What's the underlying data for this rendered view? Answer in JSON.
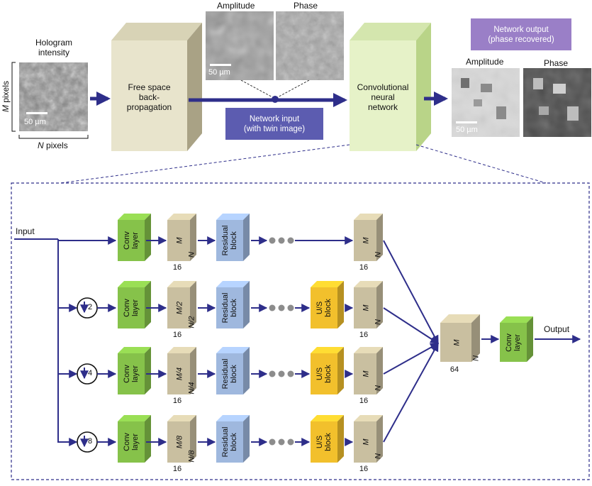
{
  "colors": {
    "arrow": "#2e2e8a",
    "purple_box": "#5c5cb0",
    "purple_box_light": "#9a7fc7",
    "beige_face": "#e8e4cc",
    "beige_side": "#b7b092",
    "green_face": "#e6f2c8",
    "green_side": "#b9d488",
    "conv_front": "#86c24a",
    "residual_front": "#9fb8de",
    "us_front": "#f2c02c",
    "tensor_front": "#c9bfa0",
    "dots": "#8c8c8c"
  },
  "top": {
    "hologram_label": [
      "Hologram",
      "intensity"
    ],
    "m_pixels": "pixels",
    "m_italic": "M",
    "n_pixels": "pixels",
    "n_italic": "N",
    "scale_50um": "50 µm",
    "free_space_label": [
      "Free space",
      "back-",
      "propagation"
    ],
    "input_amplitude_label": "Amplitude",
    "input_phase_label": "Phase",
    "network_input_label": [
      "Network input",
      "(with twin image)"
    ],
    "cnn_label": [
      "Convolutional",
      "neural",
      "network"
    ],
    "network_output_label": [
      "Network output",
      "(phase recovered)"
    ],
    "output_amplitude_label": "Amplitude",
    "output_phase_label": "Phase"
  },
  "network": {
    "input_label": "Input",
    "output_label": "Output",
    "conv_label": [
      "Conv",
      "layer"
    ],
    "residual_label": [
      "Residual",
      "block"
    ],
    "us_label": [
      "U/S",
      "block"
    ],
    "rows": [
      {
        "factor": "",
        "tensor_m": "M",
        "tensor_n": "N",
        "channels": "16"
      },
      {
        "factor": "2",
        "tensor_m": "M/2",
        "tensor_n": "N/2",
        "channels": "16"
      },
      {
        "factor": "4",
        "tensor_m": "M/4",
        "tensor_n": "N/4",
        "channels": "16"
      },
      {
        "factor": "8",
        "tensor_m": "M/8",
        "tensor_n": "N/8",
        "channels": "16"
      }
    ],
    "end_tensor_m": "M",
    "end_tensor_n": "N",
    "end_channels": "16",
    "merge_m": "M",
    "merge_n": "N",
    "merge_channels": "64"
  }
}
